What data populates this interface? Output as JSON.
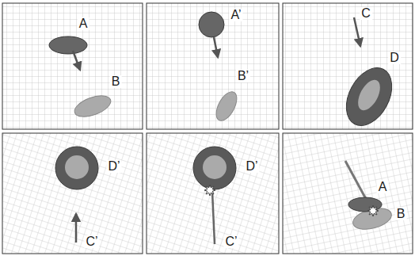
{
  "diagram": {
    "labels": [
      "A",
      "B",
      "A’",
      "B’",
      "C",
      "D",
      "D’",
      "C’",
      "D’",
      "C’",
      "A",
      "B"
    ]
  }
}
